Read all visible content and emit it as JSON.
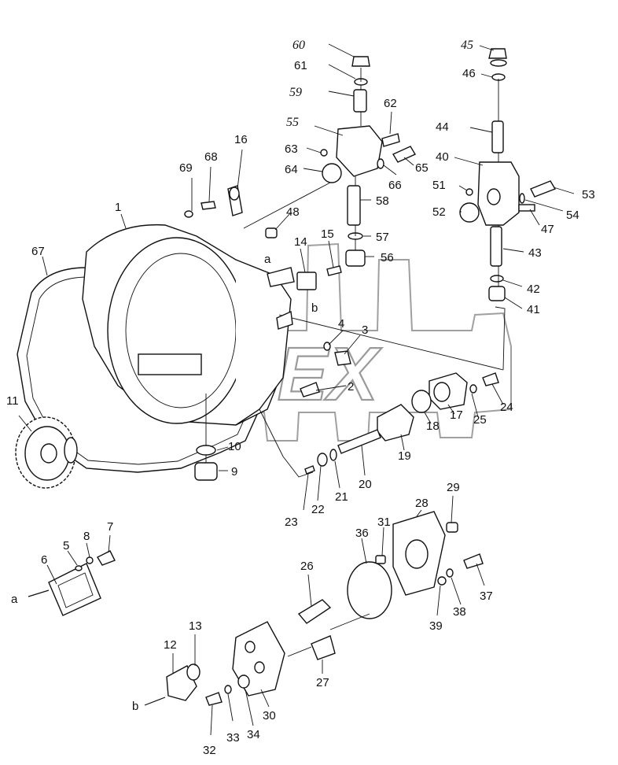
{
  "watermark": {
    "text": "OPEX"
  },
  "labels": {
    "n1": "1",
    "n2": "2",
    "n3": "3",
    "n4": "4",
    "n5": "5",
    "n6": "6",
    "n7": "7",
    "n8": "8",
    "n9": "9",
    "n10": "10",
    "n11": "11",
    "n12": "12",
    "n13": "13",
    "n14": "14",
    "n15": "15",
    "n16": "16",
    "n17": "17",
    "n18": "18",
    "n19": "19",
    "n20": "20",
    "n21": "21",
    "n22": "22",
    "n23": "23",
    "n24": "24",
    "n25": "25",
    "n26": "26",
    "n27": "27",
    "n28": "28",
    "n29": "29",
    "n30": "30",
    "n31": "31",
    "n32": "32",
    "n33": "33",
    "n34": "34",
    "n36": "36",
    "n37": "37",
    "n38": "38",
    "n39": "39",
    "n40": "40",
    "n41": "41",
    "n42": "42",
    "n43": "43",
    "n44": "44",
    "n45": "45",
    "n46": "46",
    "n47": "47",
    "n48": "48",
    "n51": "51",
    "n52": "52",
    "n53": "53",
    "n54": "54",
    "n55": "55",
    "n56": "56",
    "n57": "57",
    "n58": "58",
    "n59": "59",
    "n60": "60",
    "n61": "61",
    "n62": "62",
    "n63": "63",
    "n64": "64",
    "n65": "65",
    "n66": "66",
    "n67": "67",
    "n68": "68",
    "n69": "69",
    "a_top": "a",
    "a_left": "a",
    "b_mid": "b",
    "b_low": "b"
  }
}
